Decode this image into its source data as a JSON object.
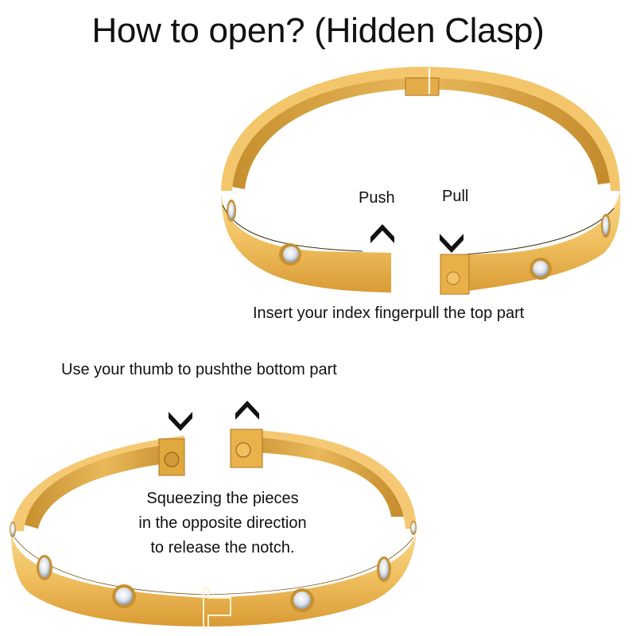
{
  "title": "How to open? (Hidden Clasp)",
  "top_illustration": {
    "push_label": "Push",
    "pull_label": "Pull",
    "push_arrow_icon": "chevron-up",
    "pull_arrow_icon": "chevron-down",
    "caption": "Insert your index fingerpull the top part"
  },
  "bottom_illustration": {
    "caption": "Use your thumb to pushthe bottom part",
    "left_arrow_icon": "chevron-down",
    "right_arrow_icon": "chevron-up",
    "instructions": [
      "Squeezing the pieces",
      "in the opposite direction",
      "to release the notch."
    ]
  },
  "colors": {
    "gold_light": "#f6cf7a",
    "gold_mid": "#e8b04a",
    "gold_dark": "#c98d2a",
    "text": "#111111",
    "background": "#ffffff"
  }
}
